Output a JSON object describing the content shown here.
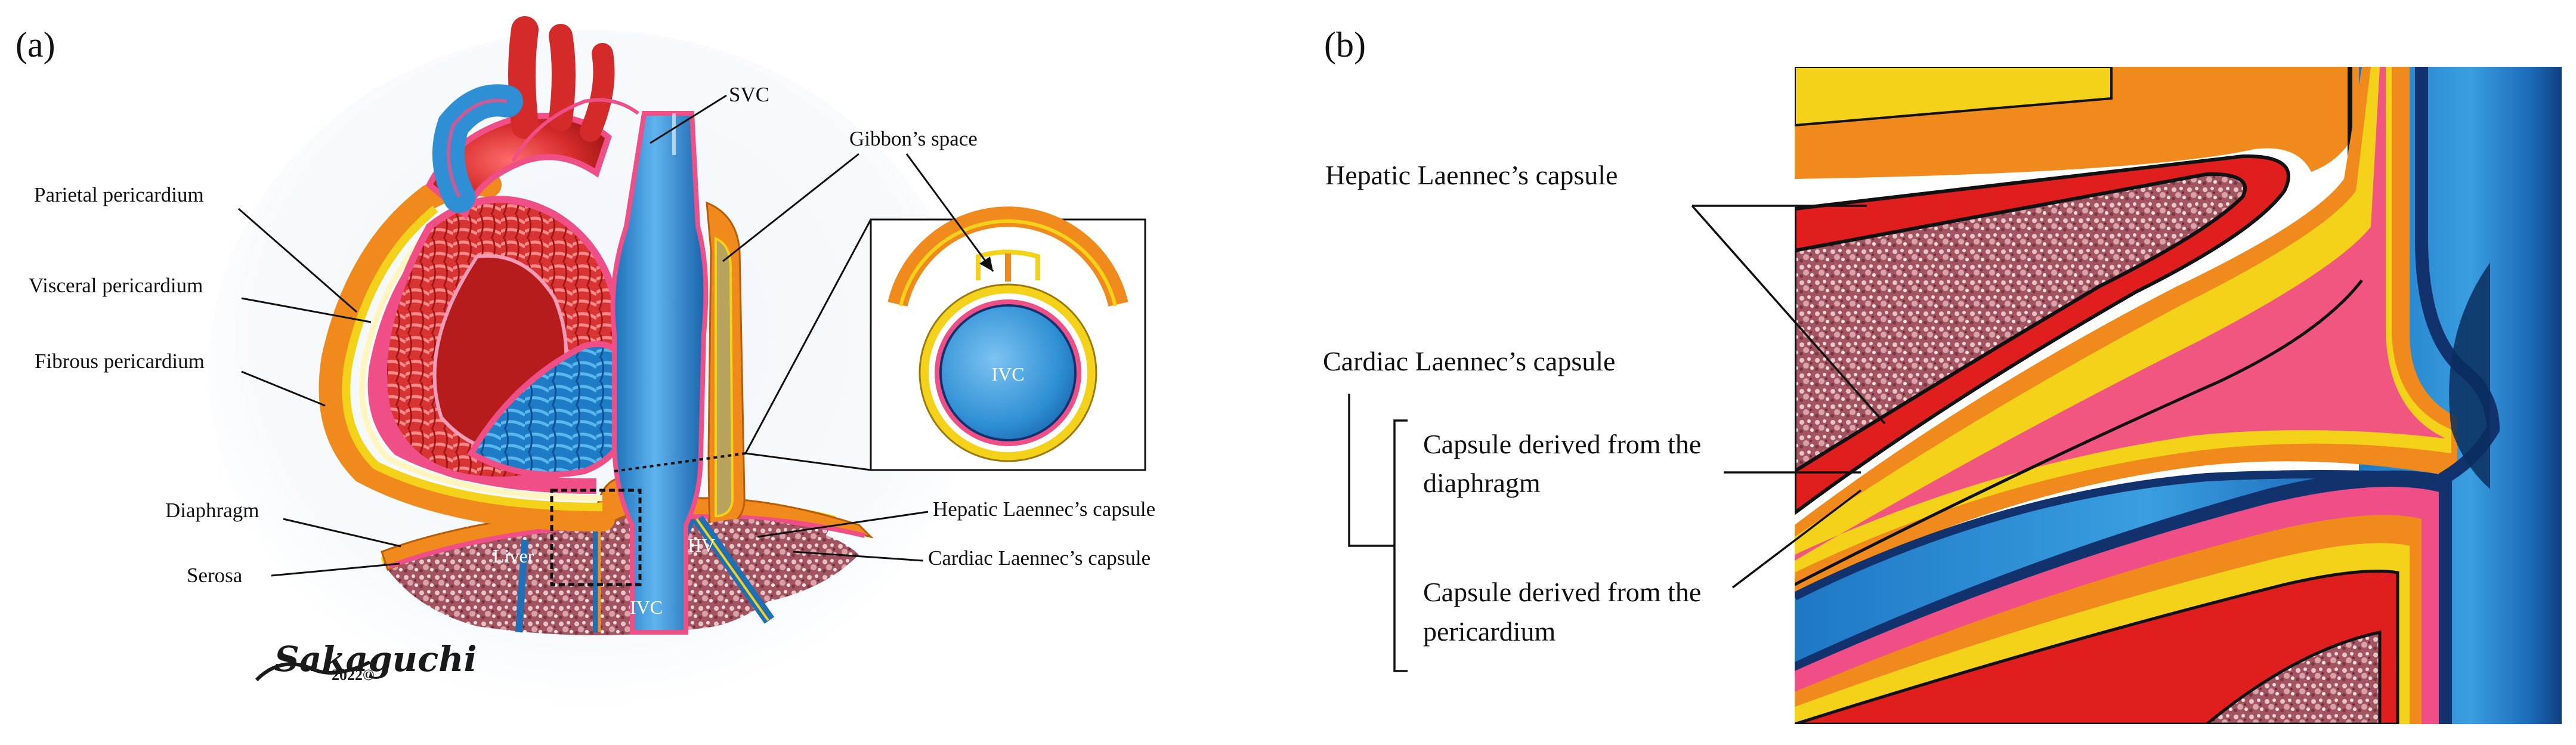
{
  "panel_a": {
    "panel_label": "(a)",
    "labels": {
      "svc": "SVC",
      "gibbons_space": "Gibbon’s space",
      "parietal_pericardium": "Parietal pericardium",
      "visceral_pericardium": "Visceral pericardium",
      "fibrous_pericardium": "Fibrous pericardium",
      "diaphragm": "Diaphragm",
      "serosa": "Serosa",
      "hepatic_laennec": "Hepatic Laennec’s capsule",
      "cardiac_laennec": "Cardiac Laennec’s capsule"
    },
    "inner_labels": {
      "liver": "Liver",
      "hv": "HV",
      "ivc": "IVC",
      "inset_ivc": "IVC"
    },
    "signature": {
      "name": "Sakaguchi",
      "year": "2022©"
    }
  },
  "panel_b": {
    "panel_label": "(b)",
    "labels": {
      "hepatic_laennec": "Hepatic Laennec’s capsule",
      "cardiac_laennec": "Cardiac Laennec’s capsule",
      "diaphragm_line1": "Capsule derived from the",
      "diaphragm_line2": "diaphragm",
      "pericardium_line1": "Capsule derived from the",
      "pericardium_line2": "pericardium"
    }
  },
  "colors": {
    "vessel_blue": "#2f8fd4",
    "artery_red": "#d42a2a",
    "pericardium_pink": "#ef4f86",
    "fibrous_orange": "#f08a1c",
    "capsule_yellow": "#f4d21a",
    "liver_tissue": "#9b4a55",
    "navy_outline": "#12326e"
  }
}
